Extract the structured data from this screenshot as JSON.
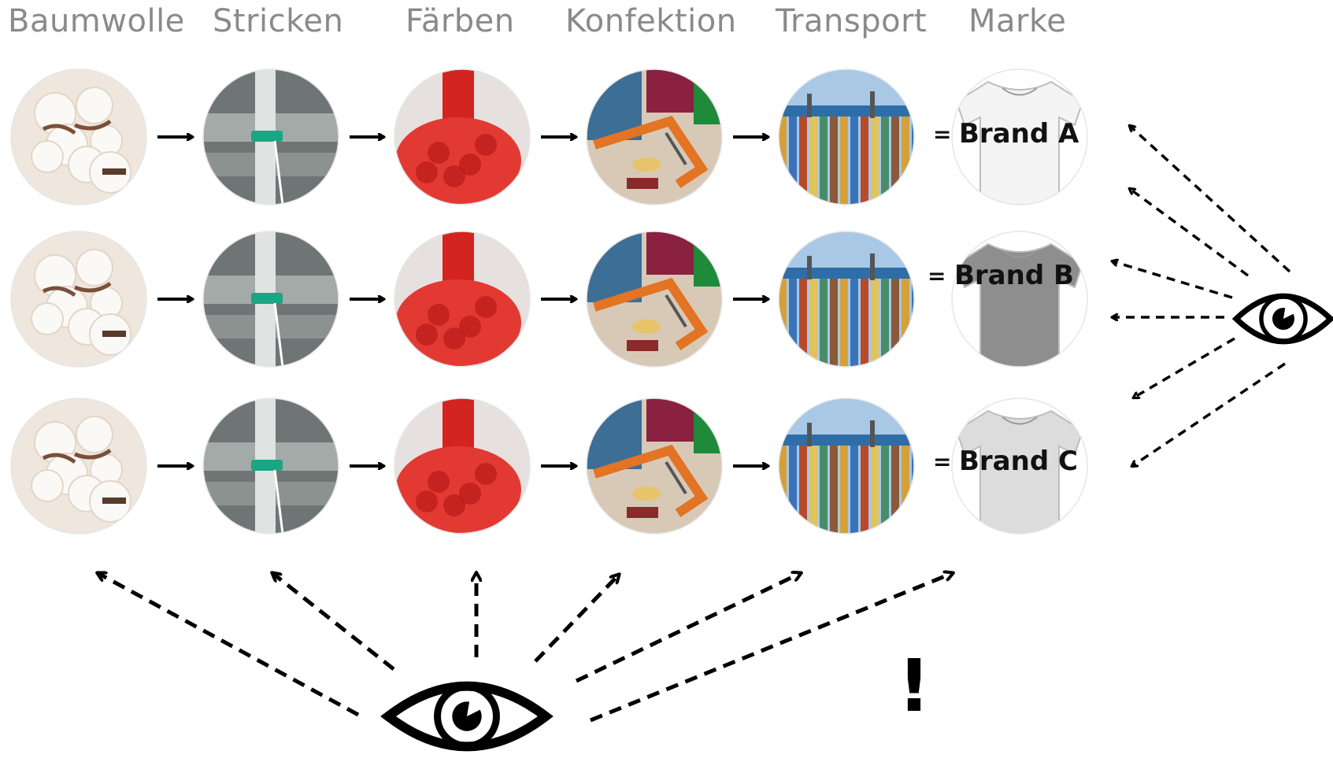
{
  "stages": [
    {
      "id": "baumwolle",
      "label": "Baumwolle",
      "photo": "cotton-boll-photo",
      "tone": "#e7dcd2"
    },
    {
      "id": "stricken",
      "label": "Stricken",
      "photo": "knitting-machine-photo",
      "tone": "#7c8281"
    },
    {
      "id": "faerben",
      "label": "Färben",
      "photo": "red-dye-photo",
      "tone": "#d8312b"
    },
    {
      "id": "konfektion",
      "label": "Konfektion",
      "photo": "garment-cutting-table-photo",
      "tone": "#c9b8a3"
    },
    {
      "id": "transport",
      "label": "Transport",
      "photo": "container-port-photo",
      "tone": "#6f8fb8"
    },
    {
      "id": "marke",
      "label": "Marke",
      "photo": "t-shirt-photo",
      "tone": "#ffffff"
    }
  ],
  "rows": [
    {
      "equals": "=",
      "brand": "Brand A",
      "shirt_color": "#f4f4f4"
    },
    {
      "equals": "=",
      "brand": "Brand B",
      "shirt_color": "#8e8e8e"
    },
    {
      "equals": "=",
      "brand": "Brand C",
      "shirt_color": "#dcdcdc"
    }
  ],
  "flow_arrow_icon": "arrow-right-icon",
  "observer_icons": [
    "eye-icon-bottom",
    "eye-icon-right"
  ],
  "exclamation": "!"
}
